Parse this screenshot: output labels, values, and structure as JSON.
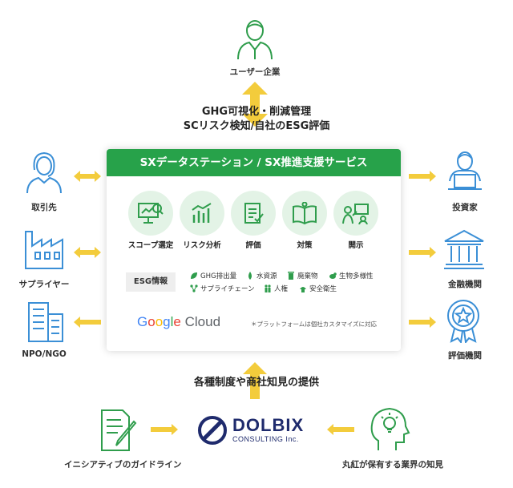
{
  "top_actor": {
    "label": "ユーザー企業",
    "icon": "user-icon"
  },
  "top_flow": {
    "line1": "GHG可視化・削減管理",
    "line2": "SCリスク検知/自社のESG評価"
  },
  "service": {
    "title": "SXデータステーション / SX推進支援サービス",
    "functions": [
      {
        "label": "スコープ選定",
        "icon": "monitor-search-icon"
      },
      {
        "label": "リスク分析",
        "icon": "bar-chart-icon"
      },
      {
        "label": "評価",
        "icon": "checklist-icon"
      },
      {
        "label": "対策",
        "icon": "book-icon"
      },
      {
        "label": "開示",
        "icon": "presentation-icon"
      }
    ],
    "esg_label": "ESG情報",
    "esg_items": [
      {
        "label": "GHG排出量",
        "icon": "leaf-icon"
      },
      {
        "label": "水資源",
        "icon": "water-drop-icon"
      },
      {
        "label": "廃棄物",
        "icon": "trash-icon"
      },
      {
        "label": "生物多様性",
        "icon": "animal-icon"
      },
      {
        "label": "サプライチェーン",
        "icon": "network-icon"
      },
      {
        "label": "人権",
        "icon": "people-icon"
      },
      {
        "label": "安全衛生",
        "icon": "safety-icon"
      }
    ],
    "cloud_brand": "Google Cloud",
    "note": "＊プラットフォームは個社カスタマイズに対応"
  },
  "left_actors": [
    {
      "label": "取引先",
      "icon": "woman-icon"
    },
    {
      "label": "サプライヤー",
      "icon": "factory-icon"
    },
    {
      "label": "NPO/NGO",
      "icon": "building-icon"
    }
  ],
  "right_actors": [
    {
      "label": "投資家",
      "icon": "investor-laptop-icon"
    },
    {
      "label": "金融機関",
      "icon": "bank-icon"
    },
    {
      "label": "評価機関",
      "icon": "award-medal-icon"
    }
  ],
  "bottom_flow": {
    "text_pre": "各種制度や",
    "text_highlight": "商社",
    "text_post": "知見の提供"
  },
  "bottom": {
    "left_label": "イニシアティブのガイドライン",
    "logo_main": "DOLBIX",
    "logo_sub": "CONSULTING Inc.",
    "right_label": "丸紅が保有する業界の知見"
  },
  "colors": {
    "green": "#27a24a",
    "light_green": "#e3f3e6",
    "arrow": "#f3cc3c",
    "navy": "#1f2b6d",
    "line": "#3aa356"
  }
}
